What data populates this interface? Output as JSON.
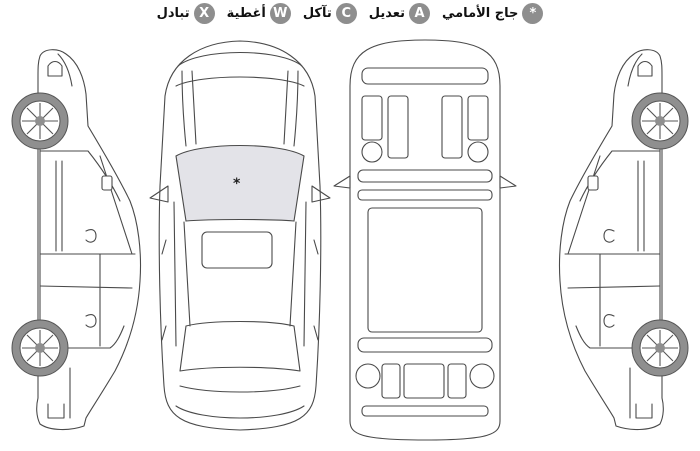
{
  "legend": {
    "items": [
      {
        "symbol": "*",
        "label": "جاج الأمامي"
      },
      {
        "symbol": "A",
        "label": "تعديل"
      },
      {
        "symbol": "C",
        "label": "تآكل"
      },
      {
        "symbol": "W",
        "label": "أغطية"
      },
      {
        "symbol": "X",
        "label": "تبادل"
      }
    ]
  },
  "diagram": {
    "windshield_mark": "*",
    "marked_part": "windshield",
    "mark_color": "#e3e3e8"
  }
}
